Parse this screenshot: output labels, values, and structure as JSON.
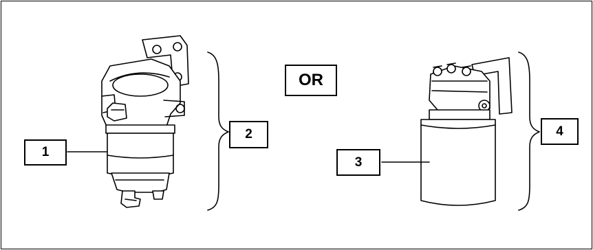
{
  "callouts": {
    "one": "1",
    "two": "2",
    "three": "3",
    "four": "4"
  },
  "separator_text": "OR",
  "components": {
    "left": "water-separating-fuel-filter-assembly",
    "right": "spin-on-fuel-filter-assembly"
  }
}
